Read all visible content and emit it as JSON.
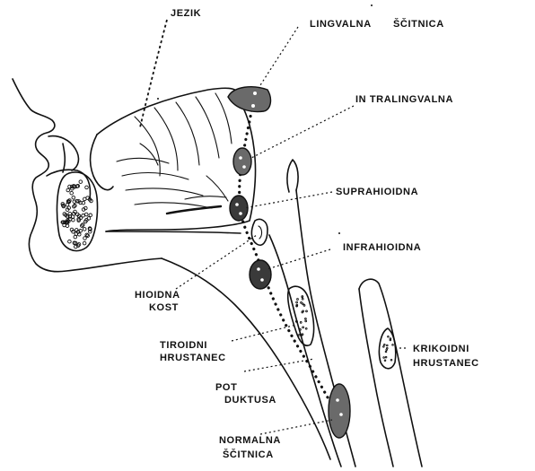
{
  "labels": {
    "jezik": "JEZIK",
    "lingvalna": "LINGVALNA",
    "scitnica_top": "ŠČITNICA",
    "intralingvalna": "IN TRALINGVALNA",
    "suprahioidna": "SUPRAHIOIDNA",
    "infrahioidna": "INFRAHIOIDNA",
    "hioidna": "HIOIDNA",
    "kost": "KOST",
    "tiroidni": "TIROIDNI",
    "hrustanec_tiroidni": "HRUSTANEC",
    "krikoidni": "KRIKOIDNI",
    "hrustanec_krikoidni": "HRUSTANEC",
    "pot": "POT",
    "duktusa": "DUKTUSA",
    "normalna": "NORMALNA",
    "scitnica_bottom": "ŠČITNICA"
  },
  "colors": {
    "line": "#111111",
    "gland_fill": "#666666",
    "gland_dark": "#333333",
    "background": "#ffffff"
  }
}
